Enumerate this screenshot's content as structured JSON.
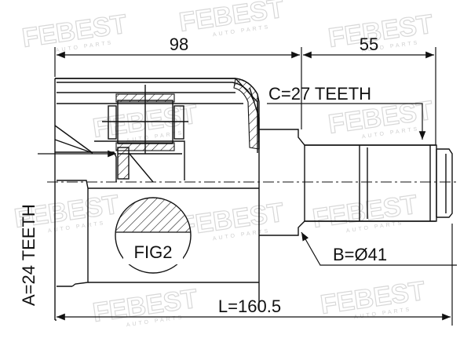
{
  "dimensions": {
    "top_left": "98",
    "top_right": "55",
    "spline_c": "C=27 TEETH",
    "spline_a": "A=24 TEETH",
    "diameter_b": "B=Ø41",
    "length_l": "L=160.5"
  },
  "figure_label": "FIG2",
  "watermark": {
    "brand": "FEBEST",
    "subtitle": "AUTO PARTS"
  },
  "colors": {
    "line": "#111111",
    "watermark": "#d8d8d8",
    "background": "#ffffff"
  }
}
